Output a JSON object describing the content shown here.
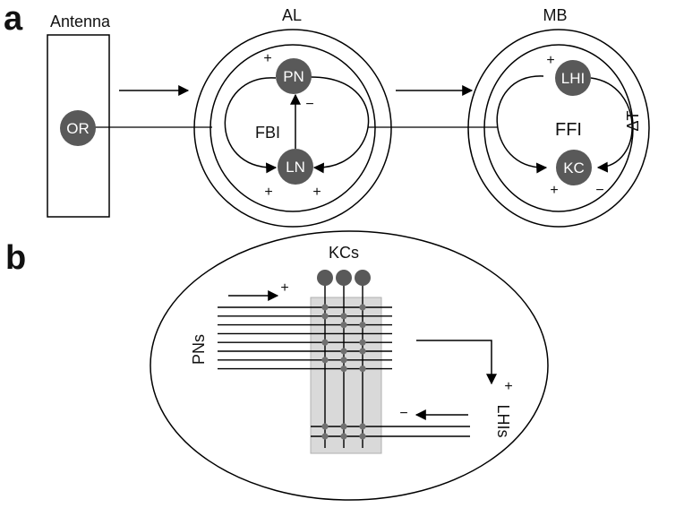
{
  "panel_a": {
    "letter": "a",
    "antenna_label": "Antenna",
    "al_label": "AL",
    "mb_label": "MB",
    "nodes": {
      "or": "OR",
      "pn": "PN",
      "ln": "LN",
      "lhi": "LHI",
      "kc": "KC"
    },
    "fbi_label": "FBI",
    "ffi_label": "FFI",
    "delta_t_label": "ΔT",
    "signs": {
      "pn_plus": "+",
      "pn_minus": "−",
      "ln_plus_left": "+",
      "ln_plus_right": "+",
      "lhi_plus": "+",
      "kc_plus": "+",
      "kc_minus": "−"
    }
  },
  "panel_b": {
    "letter": "b",
    "kcs_label": "KCs",
    "pns_label": "PNs",
    "lhis_label": "LHIs",
    "pn_arrow_sign": "+",
    "output_arrow_sign": "+",
    "lhi_arrow_sign": "−",
    "pn_lines": 8,
    "lhi_lines": 2,
    "kc_lines": 3,
    "synapses": [
      [
        1,
        0,
        1
      ],
      [
        1,
        1,
        0
      ],
      [
        0,
        1,
        1
      ],
      [
        0,
        0,
        0
      ],
      [
        1,
        0,
        1
      ],
      [
        0,
        1,
        1
      ],
      [
        1,
        1,
        0
      ],
      [
        0,
        1,
        1
      ],
      [
        1,
        1,
        1
      ],
      [
        1,
        1,
        1
      ]
    ]
  },
  "colors": {
    "node_fill": "#595959",
    "synapse_fill": "#707070",
    "shade": "#d9d9d9",
    "line": "#000000"
  }
}
